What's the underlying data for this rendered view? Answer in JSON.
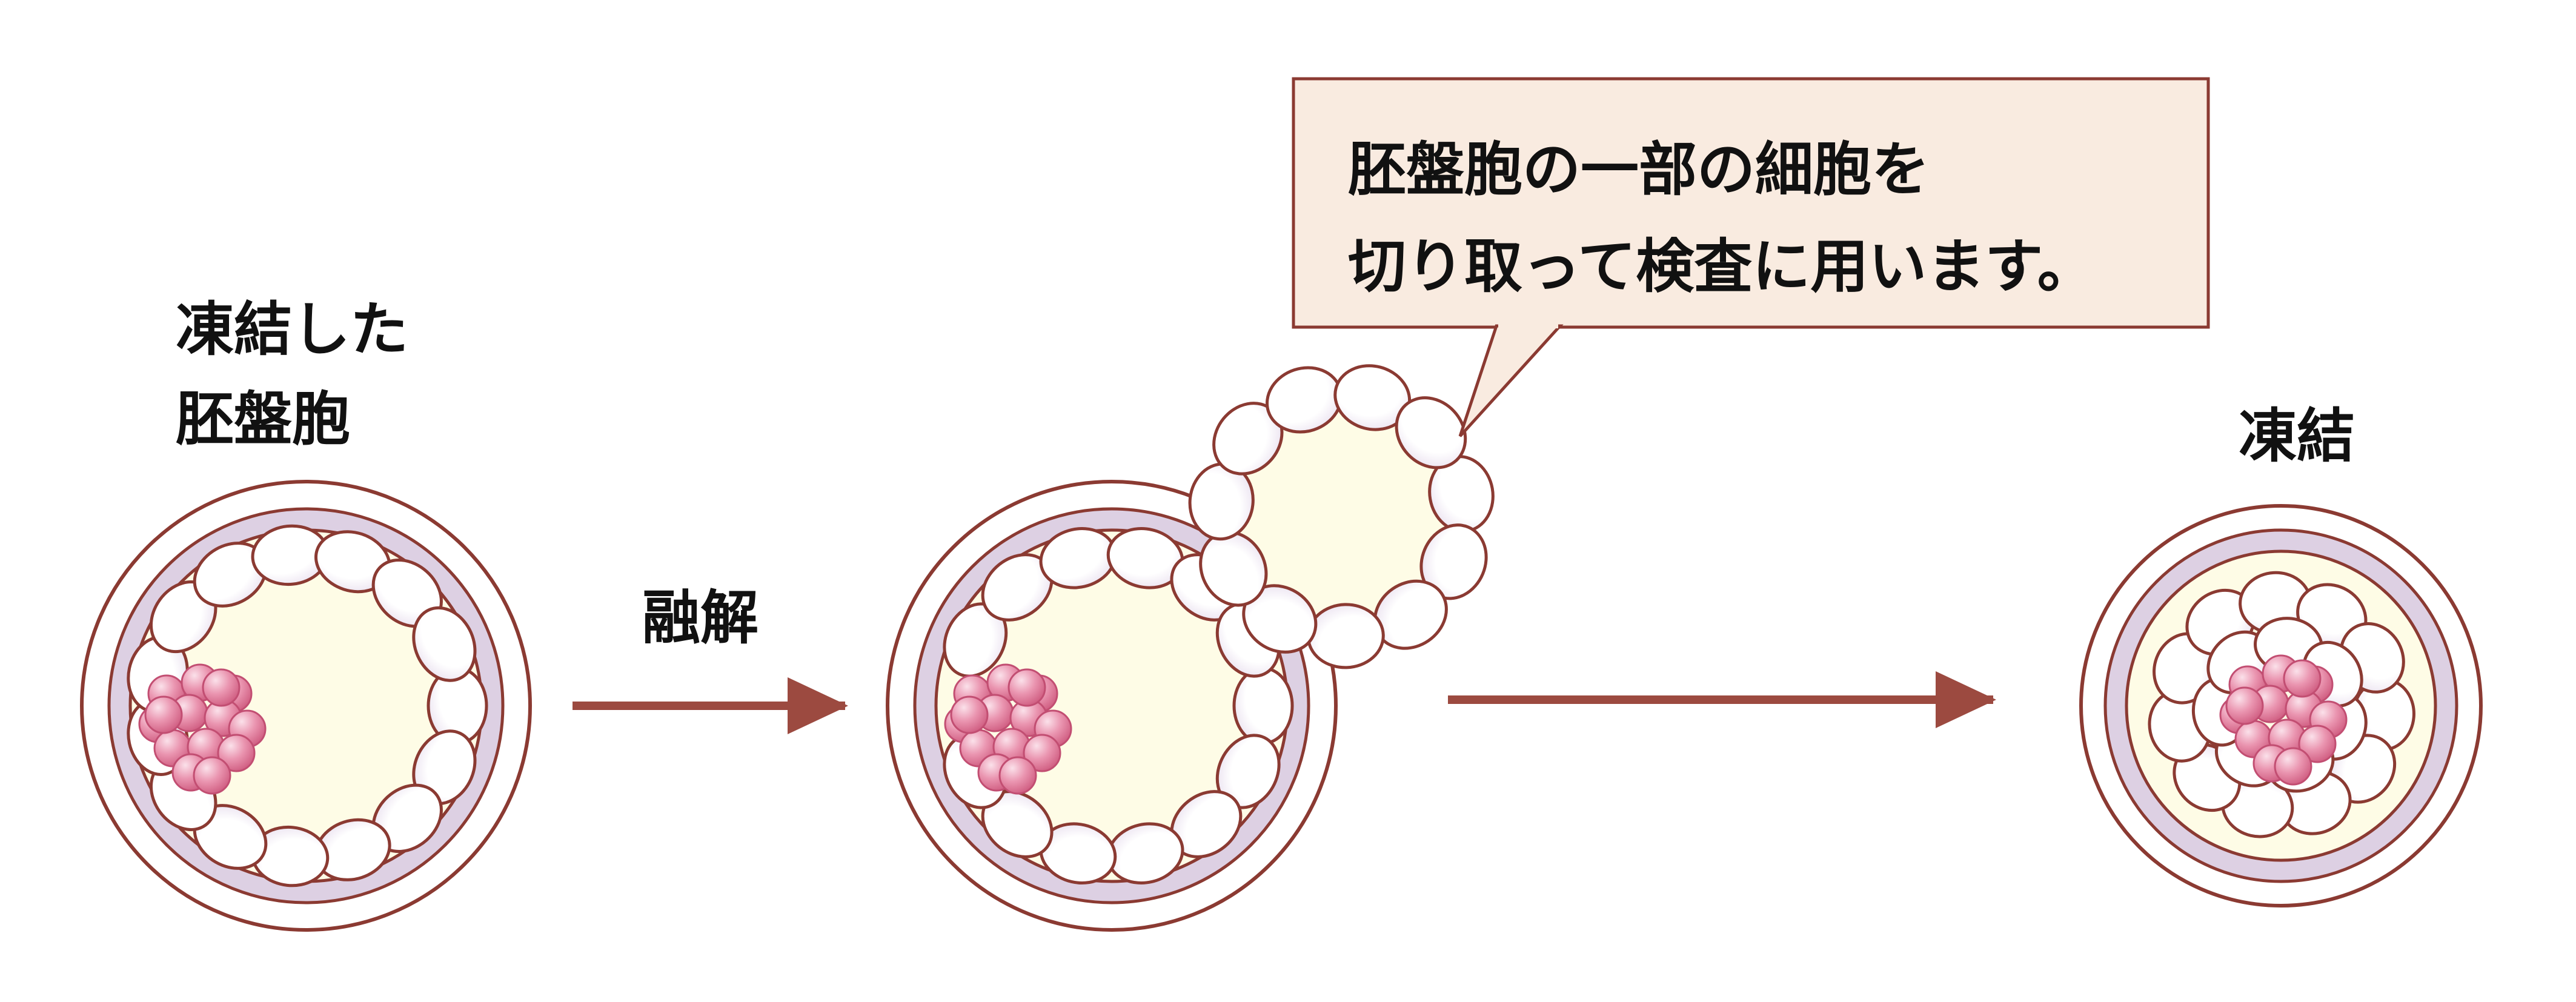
{
  "labels": {
    "frozen_line1": "凍結した",
    "frozen_line2": "胚盤胞",
    "thaw": "融解",
    "freeze": "凍結"
  },
  "callout": {
    "line1": "胚盤胞の一部の細胞を",
    "line2": "切り取って検査に用います。"
  },
  "colors": {
    "outline": "#8b3a32",
    "arrow": "#9c4a40",
    "zona": "#ddd0e3",
    "cavity": "#fefce6",
    "cell_fill": "#ffffff",
    "icm": "#e07a99",
    "callout_fill": "#f9ebe0"
  }
}
